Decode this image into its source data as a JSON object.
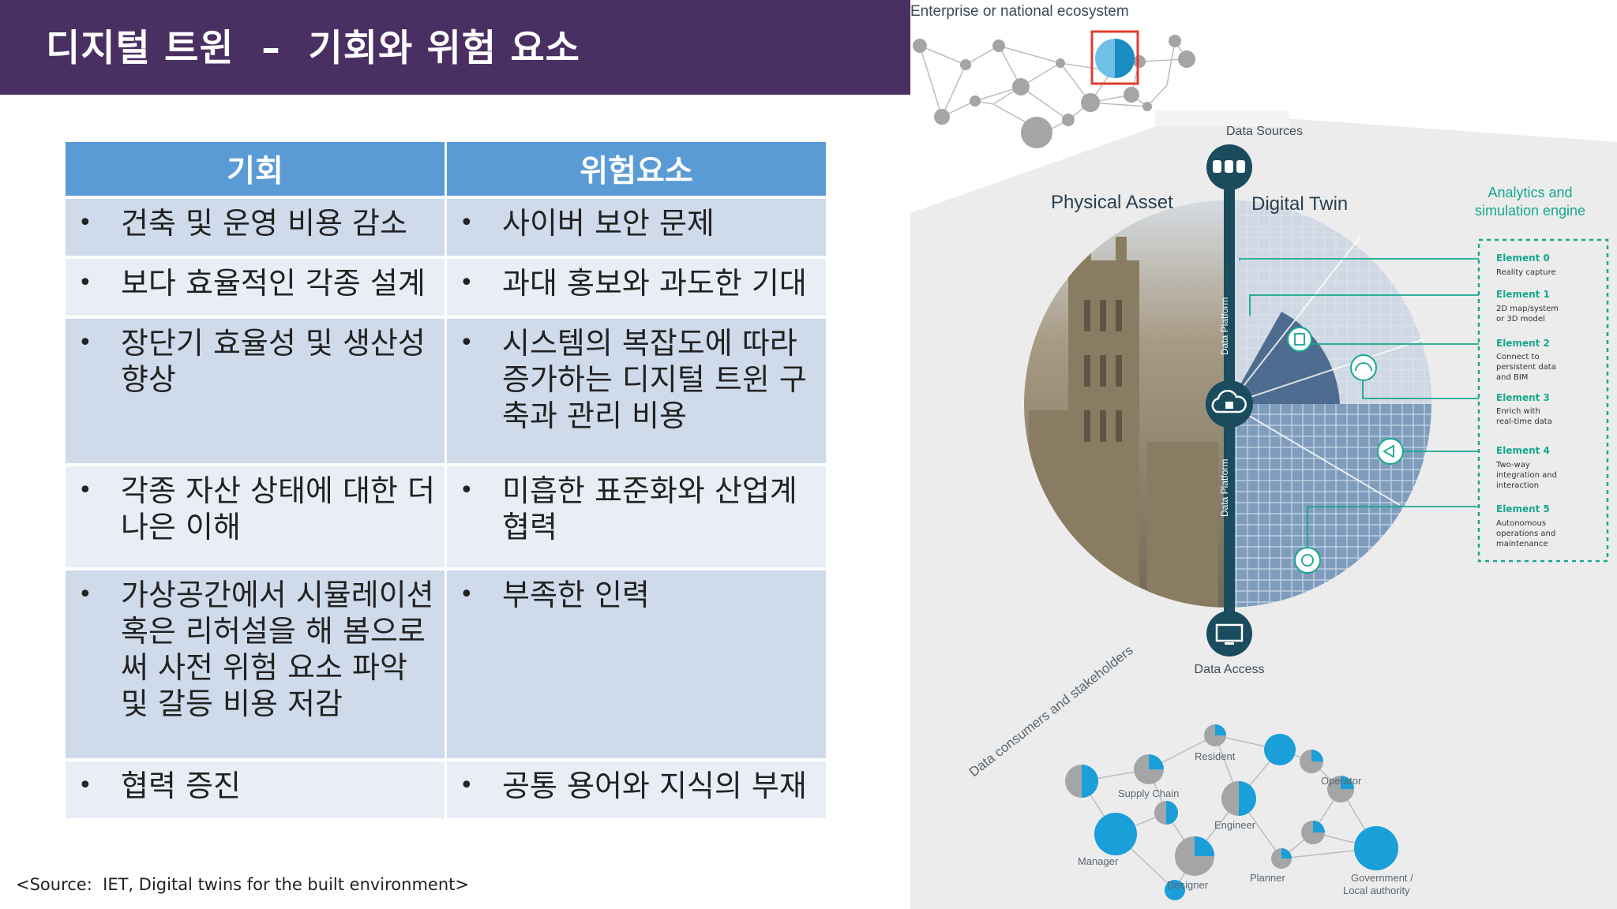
{
  "title": "디지털 트윈  –  기회와 위험 요소",
  "table": {
    "headers": [
      "기회",
      "위험요소"
    ],
    "rows": [
      {
        "opportunity": "건축 및 운영 비용 감소",
        "risk": "사이버 보안 문제"
      },
      {
        "opportunity": "보다 효율적인 각종 설계",
        "risk": "과대 홍보와 과도한 기대"
      },
      {
        "opportunity": "장단기 효율성 및 생산성 향상",
        "risk": "시스템의 복잡도에 따라 증가하는 디지털 트윈 구축과 관리 비용"
      },
      {
        "opportunity": "각종 자산 상태에 대한 더 나은 이해",
        "risk": "미흡한 표준화와 산업계 협력"
      },
      {
        "opportunity": "가상공간에서 시뮬레이션 혹은 리허설을 해 봄으로써 사전 위험 요소 파악 및 갈등 비용 저감",
        "risk": "부족한 인력"
      },
      {
        "opportunity": "협력 증진",
        "risk": "공통 용어와 지식의 부재"
      }
    ]
  },
  "source": "<Source:  IET, Digital twins for the built environment>",
  "diagram": {
    "ecosystem_label": "Enterprise or national ecosystem",
    "data_sources": "Data Sources",
    "physical_asset": "Physical Asset",
    "digital_twin": "Digital Twin",
    "analytics_line1": "Analytics and",
    "analytics_line2": "simulation engine",
    "data_platform": "Data Platform",
    "data_access": "Data Access",
    "consumers": "Data consumers and stakeholders",
    "elements": [
      {
        "name": "Element 0",
        "desc": [
          "Reality capture"
        ]
      },
      {
        "name": "Element 1",
        "desc": [
          "2D map/system",
          "or 3D model"
        ]
      },
      {
        "name": "Element 2",
        "desc": [
          "Connect to",
          "persistent data",
          "and BIM"
        ]
      },
      {
        "name": "Element 3",
        "desc": [
          "Enrich with",
          "real-time data"
        ]
      },
      {
        "name": "Element 4",
        "desc": [
          "Two-way",
          "integration and",
          "interaction"
        ]
      },
      {
        "name": "Element 5",
        "desc": [
          "Autonomous",
          "operations and",
          "maintenance"
        ]
      }
    ],
    "stakeholders": [
      "Resident",
      "Supply Chain",
      "Operator",
      "Engineer",
      "Manager",
      "Designer",
      "Planner",
      "Government /",
      "Local authority"
    ],
    "colors": {
      "accent": "#1a9fd8",
      "teal": "#17a88e",
      "dark_teal": "#1a4c5e",
      "node_gray": "#a3a5a7"
    }
  }
}
